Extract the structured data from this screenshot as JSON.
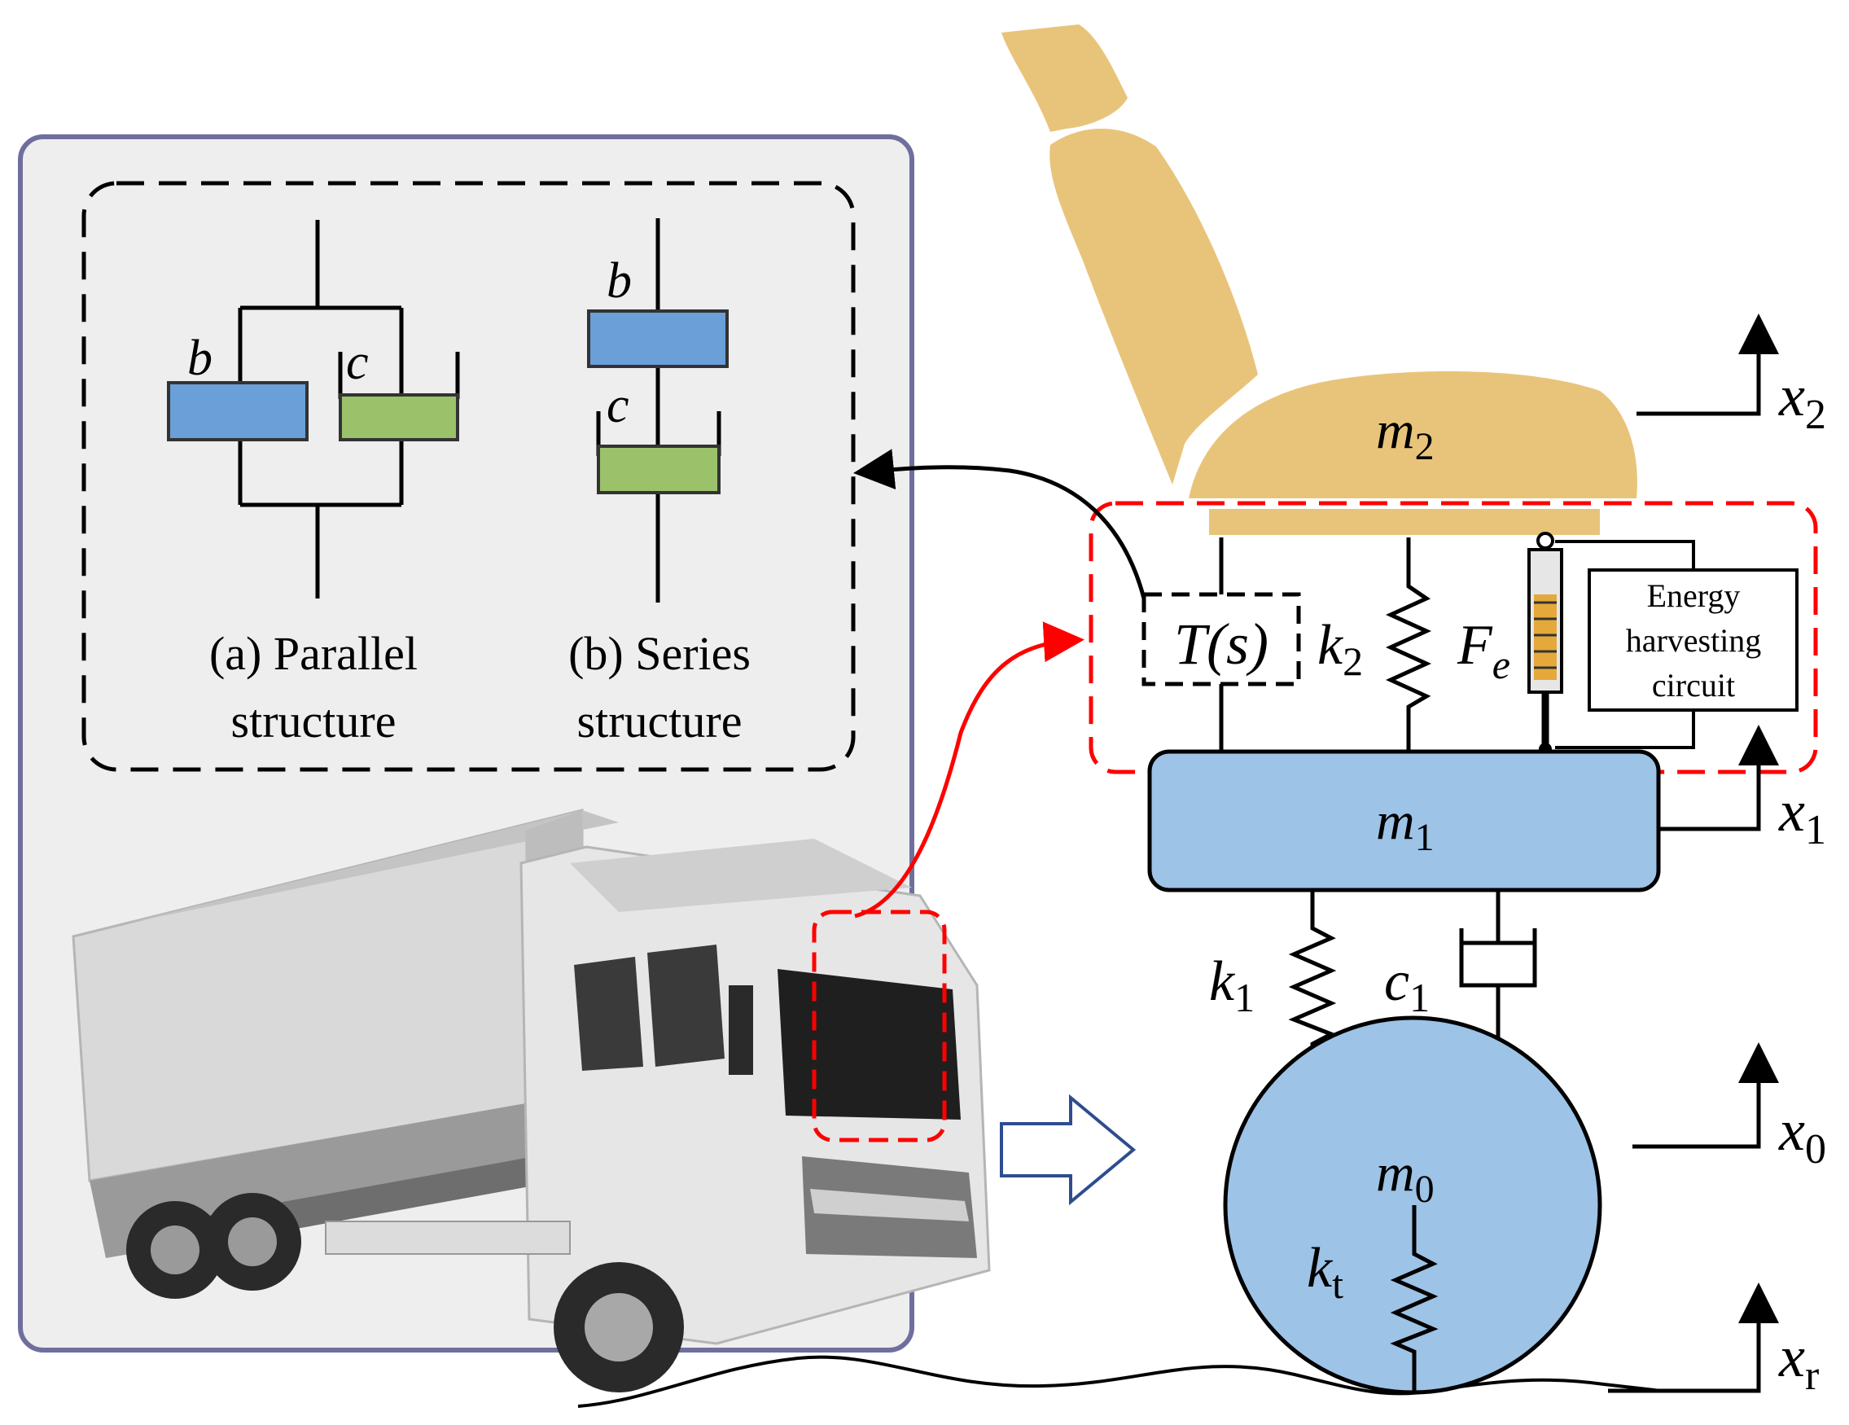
{
  "inset": {
    "parallel_label_line1": "(a) Parallel",
    "parallel_label_line2": "structure",
    "series_label_line1": "(b) Series",
    "series_label_line2": "structure",
    "element_b": "b",
    "element_c": "c"
  },
  "masses": {
    "seat": "m",
    "seat_sub": "2",
    "body": "m",
    "body_sub": "1",
    "wheel": "m",
    "wheel_sub": "0"
  },
  "suspension": {
    "transfer_fn": "T(s)",
    "k2": "k",
    "k2_sub": "2",
    "fe": "F",
    "fe_sub": "e",
    "k1": "k",
    "k1_sub": "1",
    "c1": "c",
    "c1_sub": "1",
    "kt": "k",
    "kt_sub": "t",
    "circuit_line1": "Energy",
    "circuit_line2": "harvesting",
    "circuit_line3": "circuit"
  },
  "displacements": {
    "x2": "x",
    "x2_sub": "2",
    "x1": "x",
    "x1_sub": "1",
    "x0": "x",
    "x0_sub": "0",
    "xr": "x",
    "xr_sub": "r"
  },
  "colors": {
    "seat": "#e8c47a",
    "mass_blue": "#9dc3e6",
    "inerter_blue": "#6a9fd8",
    "damper_green": "#9bc26a",
    "highlight_red": "#ff0000",
    "panel_bg": "#eeeeee",
    "panel_border": "#6f6f9e"
  }
}
